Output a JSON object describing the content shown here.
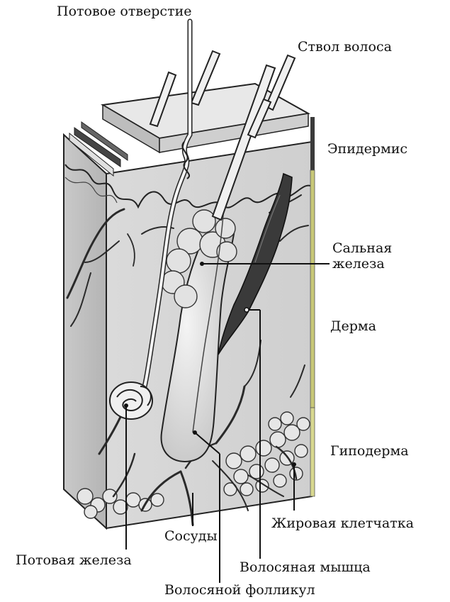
{
  "labels": {
    "sweat_pore": "Потовое отверстие",
    "hair_shaft": "Ствол волоса",
    "epidermis": "Эпидермис",
    "sebaceous_gland": "Сальная\nжелеза",
    "dermis": "Дерма",
    "hypodermis": "Гиподерма",
    "fat_tissue": "Жировая клетчатка",
    "vessels": "Сосуды",
    "sweat_gland": "Потовая железа",
    "arrector_muscle": "Волосяная мышца",
    "hair_follicle": "Волосяной фолликул"
  },
  "colors": {
    "layer_bar_epidermis": "#3a3a3a",
    "layer_bar_dermis": "#c8c878",
    "layer_bar_hypodermis": "#d8d890",
    "tissue": "#d6d6d6",
    "outline": "#222222"
  }
}
